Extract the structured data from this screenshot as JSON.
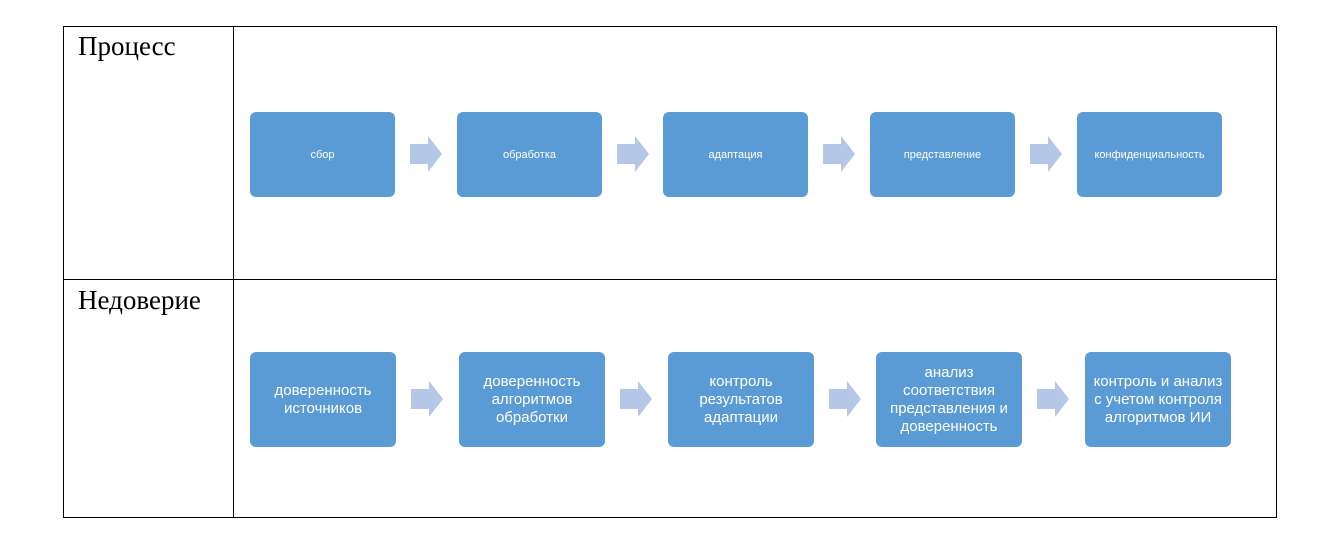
{
  "rows": [
    {
      "label": "Процесс",
      "steps": [
        "сбор",
        "обработка",
        "адаптация",
        "представление",
        "конфиденциальность"
      ]
    },
    {
      "label": "Недоверие",
      "steps": [
        "доверенность источников",
        "доверенность алгоритмов обработки",
        "контроль результатов адаптации",
        "анализ соответствия представления и доверенность",
        "контроль и анализ с учетом контроля алгоритмов ИИ"
      ]
    }
  ],
  "colors": {
    "box_fill": "#5b9bd5",
    "arrow_fill": "#b4c7e7",
    "border": "#000000"
  },
  "icons": {
    "arrow": "chevron-arrow-right-icon"
  }
}
